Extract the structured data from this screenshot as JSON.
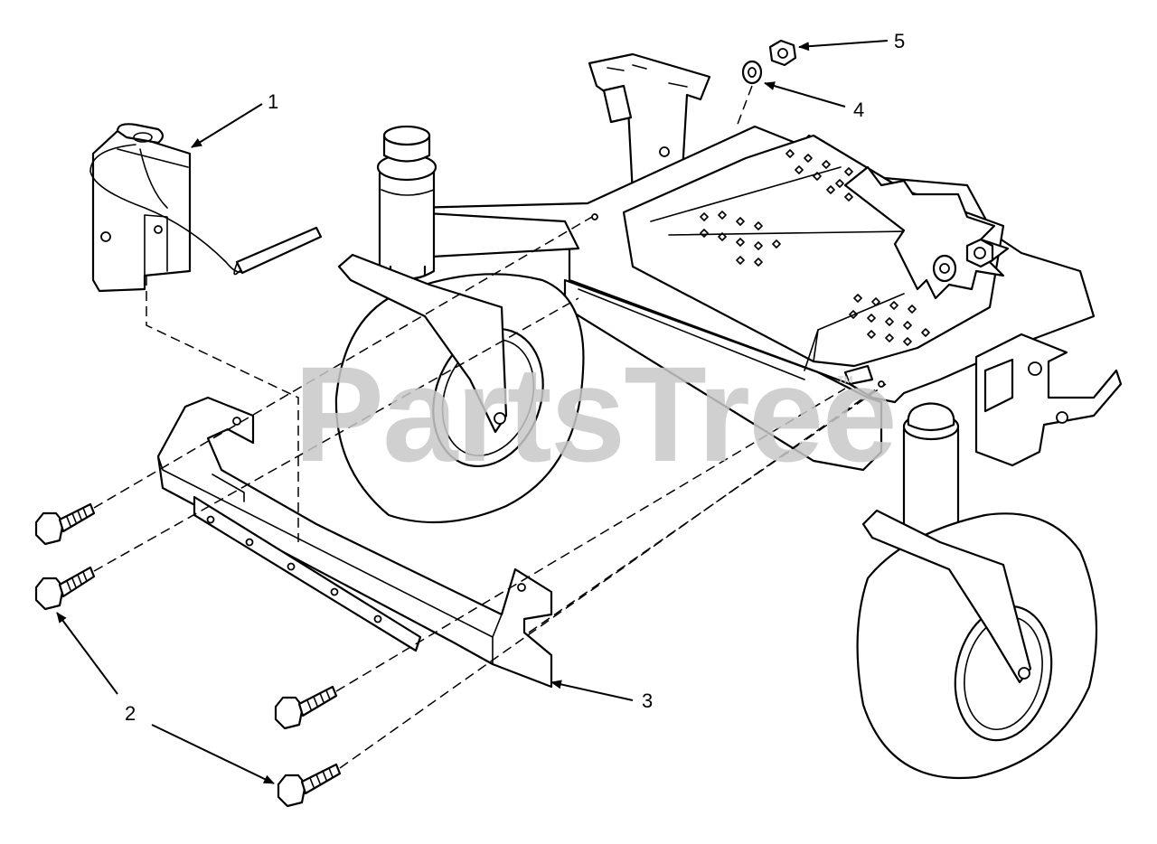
{
  "watermark": {
    "text": "PartsTree",
    "trademark": "™",
    "color": "#c8c8c8"
  },
  "callouts": [
    {
      "id": "callout-1",
      "label": "1"
    },
    {
      "id": "callout-2",
      "label": "2"
    },
    {
      "id": "callout-3",
      "label": "3"
    },
    {
      "id": "callout-4",
      "label": "4"
    },
    {
      "id": "callout-5",
      "label": "5"
    }
  ],
  "colors": {
    "line": "#000000",
    "background": "#ffffff"
  }
}
